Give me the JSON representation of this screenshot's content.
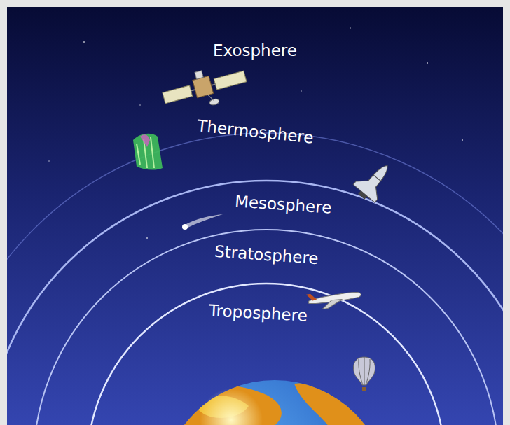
{
  "diagram": {
    "labels": [
      "Exosphere",
      "Thermosphere",
      "Mesosphere",
      "Stratosphere",
      "Troposphere"
    ]
  }
}
